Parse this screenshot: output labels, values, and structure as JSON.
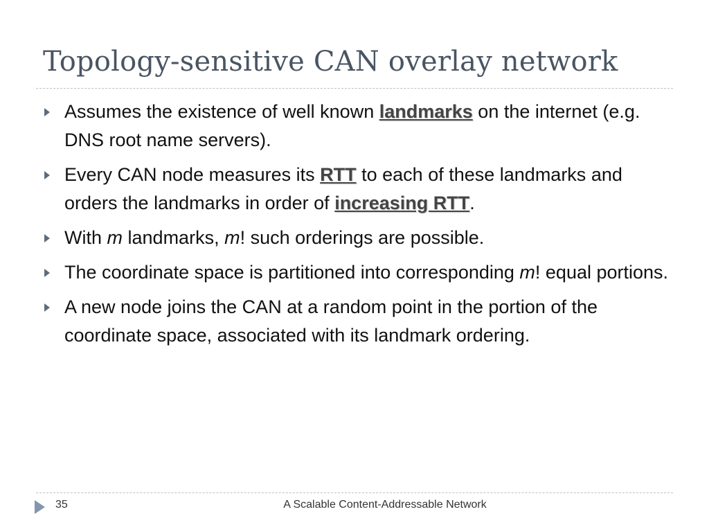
{
  "slide": {
    "title": "Topology-sensitive CAN overlay network",
    "bullets": [
      {
        "t1": "Assumes the existence of well known ",
        "kw1": "landmarks",
        "t2": " on the internet (e.g. DNS root name servers)."
      },
      {
        "t1": "Every CAN node measures its ",
        "kw1": "RTT",
        "t2": " to each of these landmarks and orders the landmarks in order of ",
        "kw2": "increasing RTT",
        "t3": "."
      },
      {
        "t1": "With ",
        "m1": "m",
        "t2": " landmarks, ",
        "m2": "m",
        "t3": "! such orderings are possible."
      },
      {
        "t1": "The coordinate space is partitioned into corresponding ",
        "m1": "m",
        "t2": "! equal portions."
      },
      {
        "t1": "A new node joins the CAN at a random point in the portion of the coordinate space, associated with its landmark ordering."
      }
    ]
  },
  "footer": {
    "page_number": "35",
    "text": "A Scalable Content-Addressable Network"
  },
  "colors": {
    "title": "#4a5563",
    "bullet_arrow": "#5d6b7a",
    "footer_arrow": "#8496ad",
    "rule": "#b9bfc8"
  },
  "icons": {
    "bullet": "triangle-right-icon",
    "footer": "triangle-right-icon"
  }
}
